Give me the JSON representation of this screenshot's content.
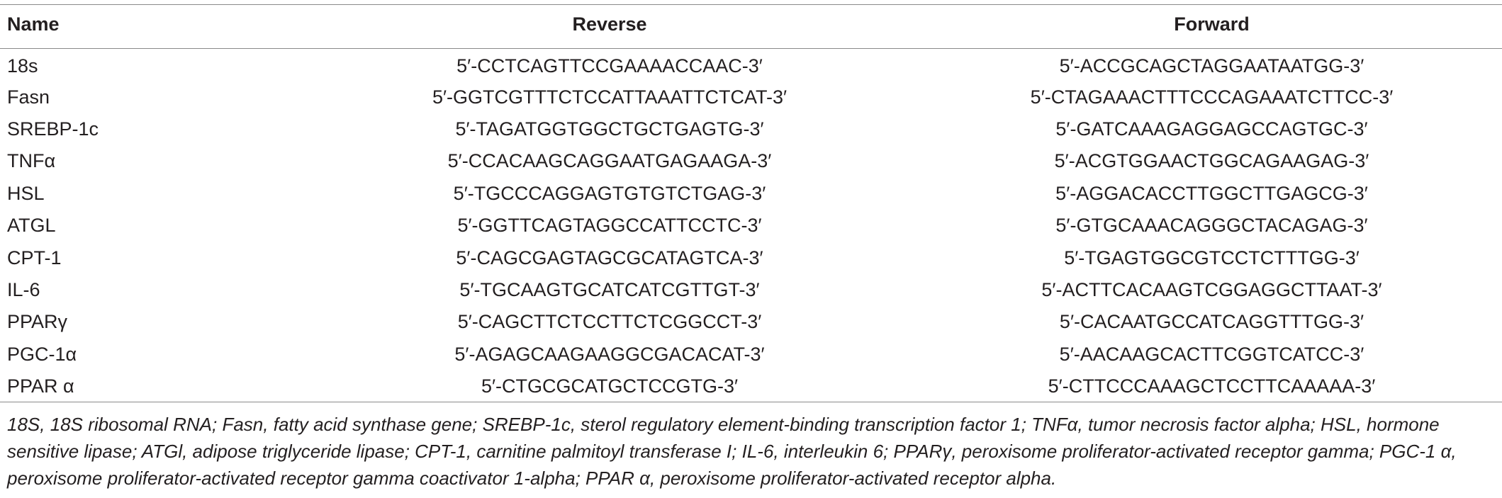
{
  "table": {
    "headers": {
      "name": "Name",
      "reverse": "Reverse",
      "forward": "Forward"
    },
    "rows": [
      {
        "name": "18s",
        "reverse": "5′-CCTCAGTTCCGAAAACCAAC-3′",
        "forward": "5′-ACCGCAGCTAGGAATAATGG-3′"
      },
      {
        "name": "Fasn",
        "reverse": "5′-GGTCGTTTCTCCATTAAATTCTCAT-3′",
        "forward": "5′-CTAGAAACTTTCCCAGAAATCTTCC-3′"
      },
      {
        "name": "SREBP-1c",
        "reverse": "5′-TAGATGGTGGCTGCTGAGTG-3′",
        "forward": "5′-GATCAAAGAGGAGCCAGTGC-3′"
      },
      {
        "name": "TNFα",
        "reverse": "5′-CCACAAGCAGGAATGAGAAGA-3′",
        "forward": "5′-ACGTGGAACTGGCAGAAGAG-3′"
      },
      {
        "name": "HSL",
        "reverse": "5′-TGCCCAGGAGTGTGTCTGAG-3′",
        "forward": "5′-AGGACACCTTGGCTTGAGCG-3′"
      },
      {
        "name": "ATGL",
        "reverse": "5′-GGTTCAGTAGGCCATTCCTC-3′",
        "forward": "5′-GTGCAAACAGGGCTACAGAG-3′"
      },
      {
        "name": "CPT-1",
        "reverse": "5′-CAGCGAGTAGCGCATAGTCA-3′",
        "forward": "5′-TGAGTGGCGTCCTCTTTGG-3′"
      },
      {
        "name": "IL-6",
        "reverse": "5′-TGCAAGTGCATCATCGTTGT-3′",
        "forward": "5′-ACTTCACAAGTCGGAGGCTTAAT-3′"
      },
      {
        "name": "PPARγ",
        "reverse": "5′-CAGCTTCTCCTTCTCGGCCT-3′",
        "forward": "5′-CACAATGCCATCAGGTTTGG-3′"
      },
      {
        "name": "PGC-1α",
        "reverse": "5′-AGAGCAAGAAGGCGACACAT-3′",
        "forward": "5′-AACAAGCACTTCGGTCATCC-3′"
      },
      {
        "name": "PPAR α",
        "reverse": "5′-CTGCGCATGCTCCGTG-3′",
        "forward": "5′-CTTCCCAAAGCTCCTTCAAAAA-3′"
      }
    ]
  },
  "footnote": "18S, 18S ribosomal RNA; Fasn, fatty acid synthase gene; SREBP-1c, sterol regulatory element-binding transcription factor 1; TNFα, tumor necrosis factor alpha; HSL, hormone sensitive lipase; ATGl, adipose triglyceride lipase; CPT-1, carnitine palmitoyl transferase I; IL-6, interleukin 6; PPARγ, peroxisome proliferator-activated receptor gamma; PGC-1 α, peroxisome proliferator-activated receptor gamma coactivator 1-alpha; PPAR α, peroxisome proliferator-activated receptor alpha."
}
